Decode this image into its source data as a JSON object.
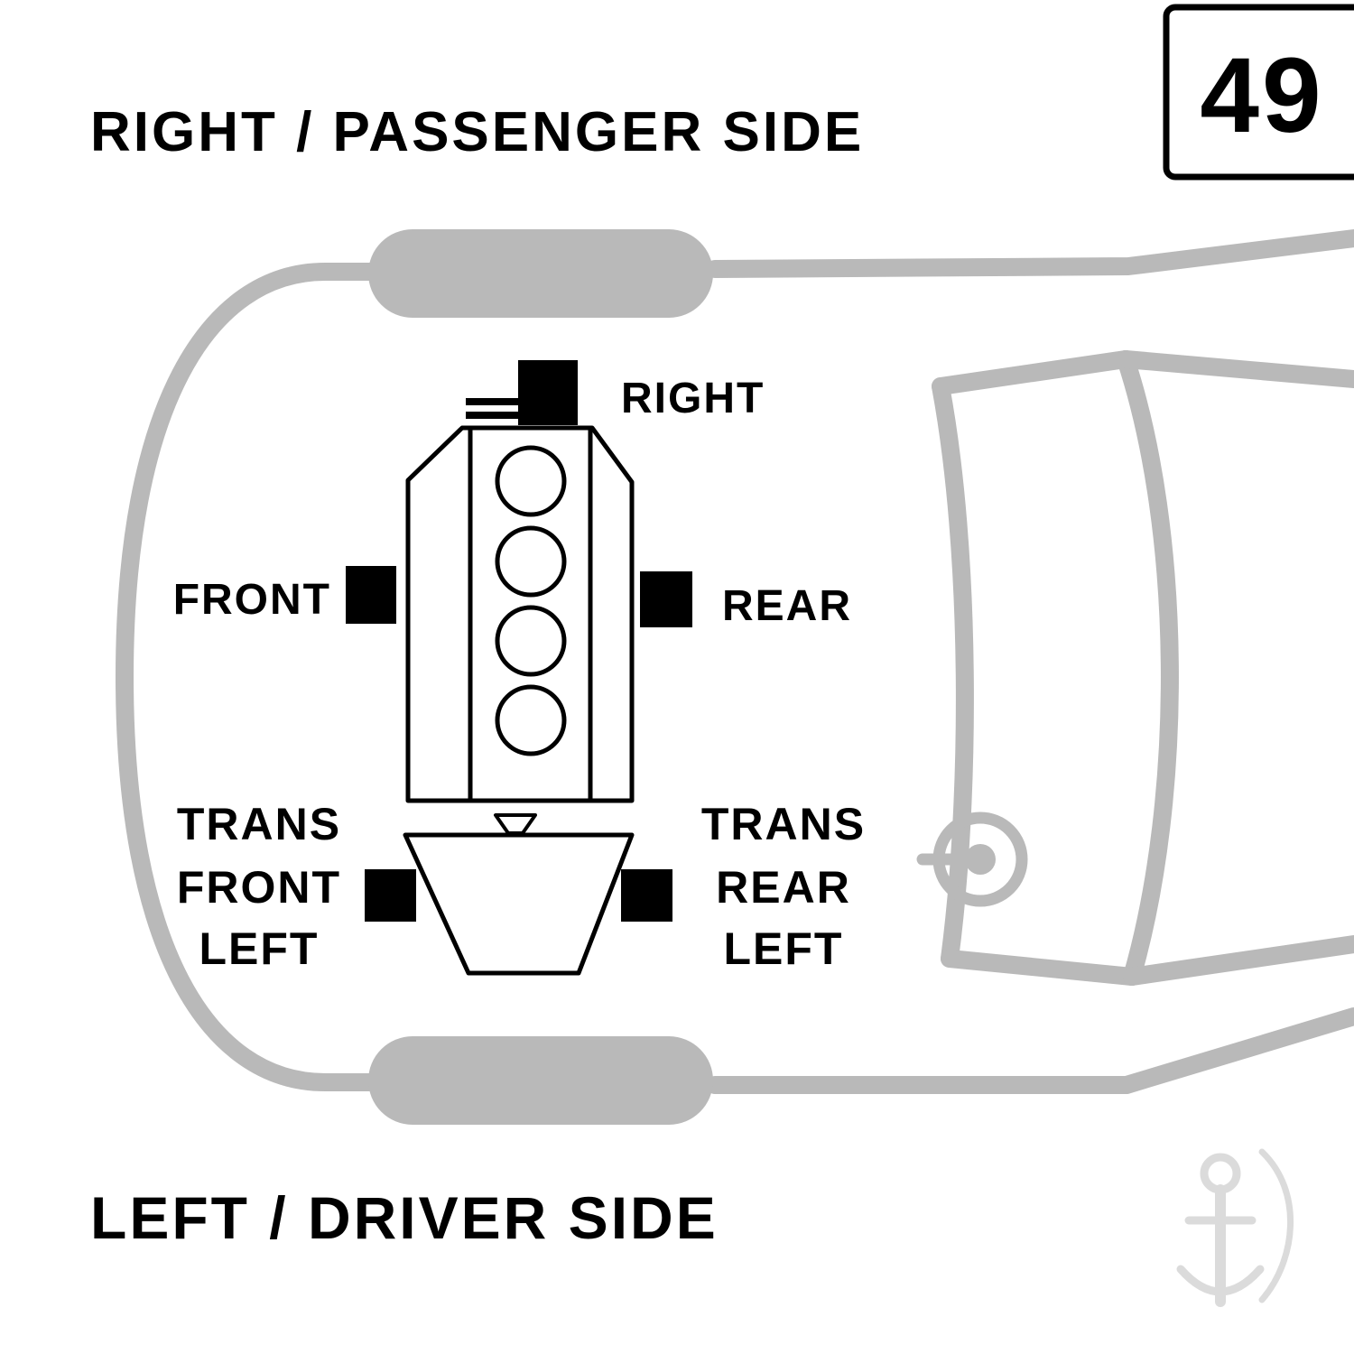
{
  "titles": {
    "top": "RIGHT / PASSENGER SIDE",
    "bottom": "LEFT / DRIVER SIDE"
  },
  "page_number": "49",
  "diagram": {
    "labels": {
      "engine_top_mount": "RIGHT",
      "engine_front_mount": "FRONT",
      "engine_rear_mount": "REAR",
      "trans_front_left": [
        "TRANS",
        "FRONT",
        "LEFT"
      ],
      "trans_rear_left": [
        "TRANS",
        "REAR",
        "LEFT"
      ]
    },
    "icons": {
      "watermark": "anchor-logo"
    },
    "colors": {
      "background": "#ffffff",
      "car_outline": "#b9b9b9",
      "line": "#000000",
      "mount_fill": "#000000",
      "watermark": "#d0d0d0"
    }
  }
}
